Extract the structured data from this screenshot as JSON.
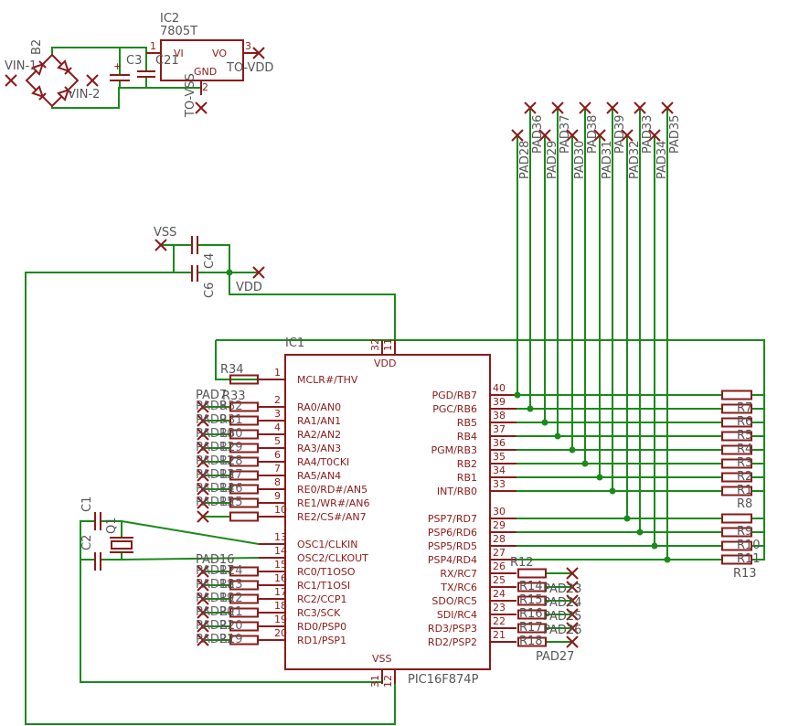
{
  "ic1": {
    "name": "IC1",
    "part": "PIC16F874P",
    "vdd": "VDD",
    "vss": "VSS",
    "vdd_pins": [
      "32",
      "11"
    ],
    "vss_pins": [
      "31",
      "12"
    ],
    "left_pins": [
      {
        "num": "1",
        "name": "MCLR#/THV"
      },
      {
        "num": "2",
        "name": "RA0/AN0"
      },
      {
        "num": "3",
        "name": "RA1/AN1"
      },
      {
        "num": "4",
        "name": "RA2/AN2"
      },
      {
        "num": "5",
        "name": "RA3/AN3"
      },
      {
        "num": "6",
        "name": "RA4/T0CKI"
      },
      {
        "num": "7",
        "name": "RA5/AN4"
      },
      {
        "num": "8",
        "name": "RE0/RD#/AN5"
      },
      {
        "num": "9",
        "name": "RE1/WR#/AN6"
      },
      {
        "num": "10",
        "name": "RE2/CS#/AN7"
      },
      {
        "num": "13",
        "name": "OSC1/CLKIN"
      },
      {
        "num": "14",
        "name": "OSC2/CLKOUT"
      },
      {
        "num": "15",
        "name": "RC0/T1OSO"
      },
      {
        "num": "16",
        "name": "RC1/T1OSI"
      },
      {
        "num": "17",
        "name": "RC2/CCP1"
      },
      {
        "num": "18",
        "name": "RC3/SCK"
      },
      {
        "num": "19",
        "name": "RD0/PSP0"
      },
      {
        "num": "20",
        "name": "RD1/PSP1"
      }
    ],
    "right_pins": [
      {
        "num": "40",
        "name": "PGD/RB7"
      },
      {
        "num": "39",
        "name": "PGC/RB6"
      },
      {
        "num": "38",
        "name": "RB5"
      },
      {
        "num": "37",
        "name": "RB4"
      },
      {
        "num": "36",
        "name": "PGM/RB3"
      },
      {
        "num": "35",
        "name": "RB2"
      },
      {
        "num": "34",
        "name": "RB1"
      },
      {
        "num": "33",
        "name": "INT/RB0"
      },
      {
        "num": "30",
        "name": "PSP7/RD7"
      },
      {
        "num": "29",
        "name": "PSP6/RD6"
      },
      {
        "num": "28",
        "name": "PSP5/RD5"
      },
      {
        "num": "27",
        "name": "PSP4/RD4"
      },
      {
        "num": "26",
        "name": "RX/RC7"
      },
      {
        "num": "25",
        "name": "TX/RC6"
      },
      {
        "num": "24",
        "name": "SDO/RC5"
      },
      {
        "num": "23",
        "name": "SDI/RC4"
      },
      {
        "num": "22",
        "name": "RD3/PSP3"
      },
      {
        "num": "21",
        "name": "RD2/PSP2"
      }
    ]
  },
  "ic2": {
    "name": "IC2",
    "part": "7805T",
    "vi": "VI",
    "vo": "VO",
    "gnd": "GND",
    "pin_in": "1",
    "pin_out": "3",
    "pin_gnd": "2",
    "out_net": "TO-VDD",
    "gnd_net": "TO-VSS"
  },
  "bridge": {
    "name": "B2",
    "in1": "VIN-1",
    "in2": "VIN-2"
  },
  "caps": {
    "c1": "C1",
    "c2": "C2",
    "c3": "C3",
    "c21": "C21",
    "c4": "C4",
    "c6": "C6"
  },
  "crystal": "Q1",
  "power": {
    "vss": "VSS",
    "vdd": "VDD"
  },
  "resistors": {
    "r34": "R34",
    "r33": "R33",
    "r8": "R8",
    "r13": "R13",
    "r12": "R12",
    "right_upper_partial": [
      "R7",
      "R6",
      "R5",
      "R4",
      "R3",
      "R2",
      "R1"
    ],
    "right_lower_partial": [
      "R9",
      "R10",
      "R11"
    ],
    "left_upper_partial": [
      "R32",
      "R31",
      "R30",
      "R29",
      "R28",
      "R27",
      "R26",
      "R25"
    ],
    "left_lower_partial": [
      "R24",
      "R23",
      "R22",
      "R21",
      "R20",
      "R19"
    ],
    "bottom_right_partial": [
      "R14",
      "R15",
      "R16",
      "R17",
      "R18"
    ]
  },
  "pads": {
    "top_row_upper": [
      "PAD36",
      "PAD37",
      "PAD38",
      "PAD39",
      "PAD33",
      "PAD35"
    ],
    "top_row_lower": [
      "PAD28",
      "PAD29",
      "PAD30",
      "PAD31",
      "PAD32",
      "PAD34"
    ],
    "pad7": "PAD7",
    "pad27": "PAD27",
    "left_upper_partial": [
      "PAD8",
      "PAD9",
      "PAD10",
      "PAD11",
      "PAD12",
      "PAD13",
      "PAD14",
      "PAD15"
    ],
    "pad_left_lower_top": "PAD16",
    "left_lower_partial": [
      "PAD17",
      "PAD18",
      "PAD19",
      "PAD20",
      "PAD21",
      "PAD22"
    ],
    "bottom_right_partial": [
      "PAD23",
      "PAD24",
      "PAD25",
      "PAD26"
    ]
  }
}
